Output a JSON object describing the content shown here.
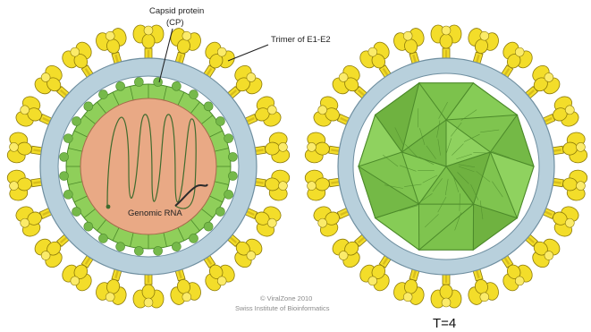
{
  "labels": {
    "capsid_protein_line1": "Capsid protein",
    "capsid_protein_line2": "(CP)",
    "trimer": "Trimer of E1-E2",
    "genomic_rna": "Genomic RNA",
    "credit_line1": "© ViralZone 2010",
    "credit_line2": "Swiss Institute of Bioinformatics",
    "triangulation": "T=4"
  },
  "colors": {
    "spike_fill": "#f3dd2a",
    "spike_stroke": "#8c7a0a",
    "membrane": "#b8d0dc",
    "membrane_stroke": "#6f8fa0",
    "capsid_green": "#8fcf5a",
    "capsid_dark": "#4c8a2a",
    "core": "#e9a985",
    "rna": "#3f6b2e",
    "rna_tail": "#2b2b2b"
  },
  "icons": {
    "spike_glyph": "trimer-spike-icon",
    "capsid_segment": "capsid-segment-icon"
  }
}
